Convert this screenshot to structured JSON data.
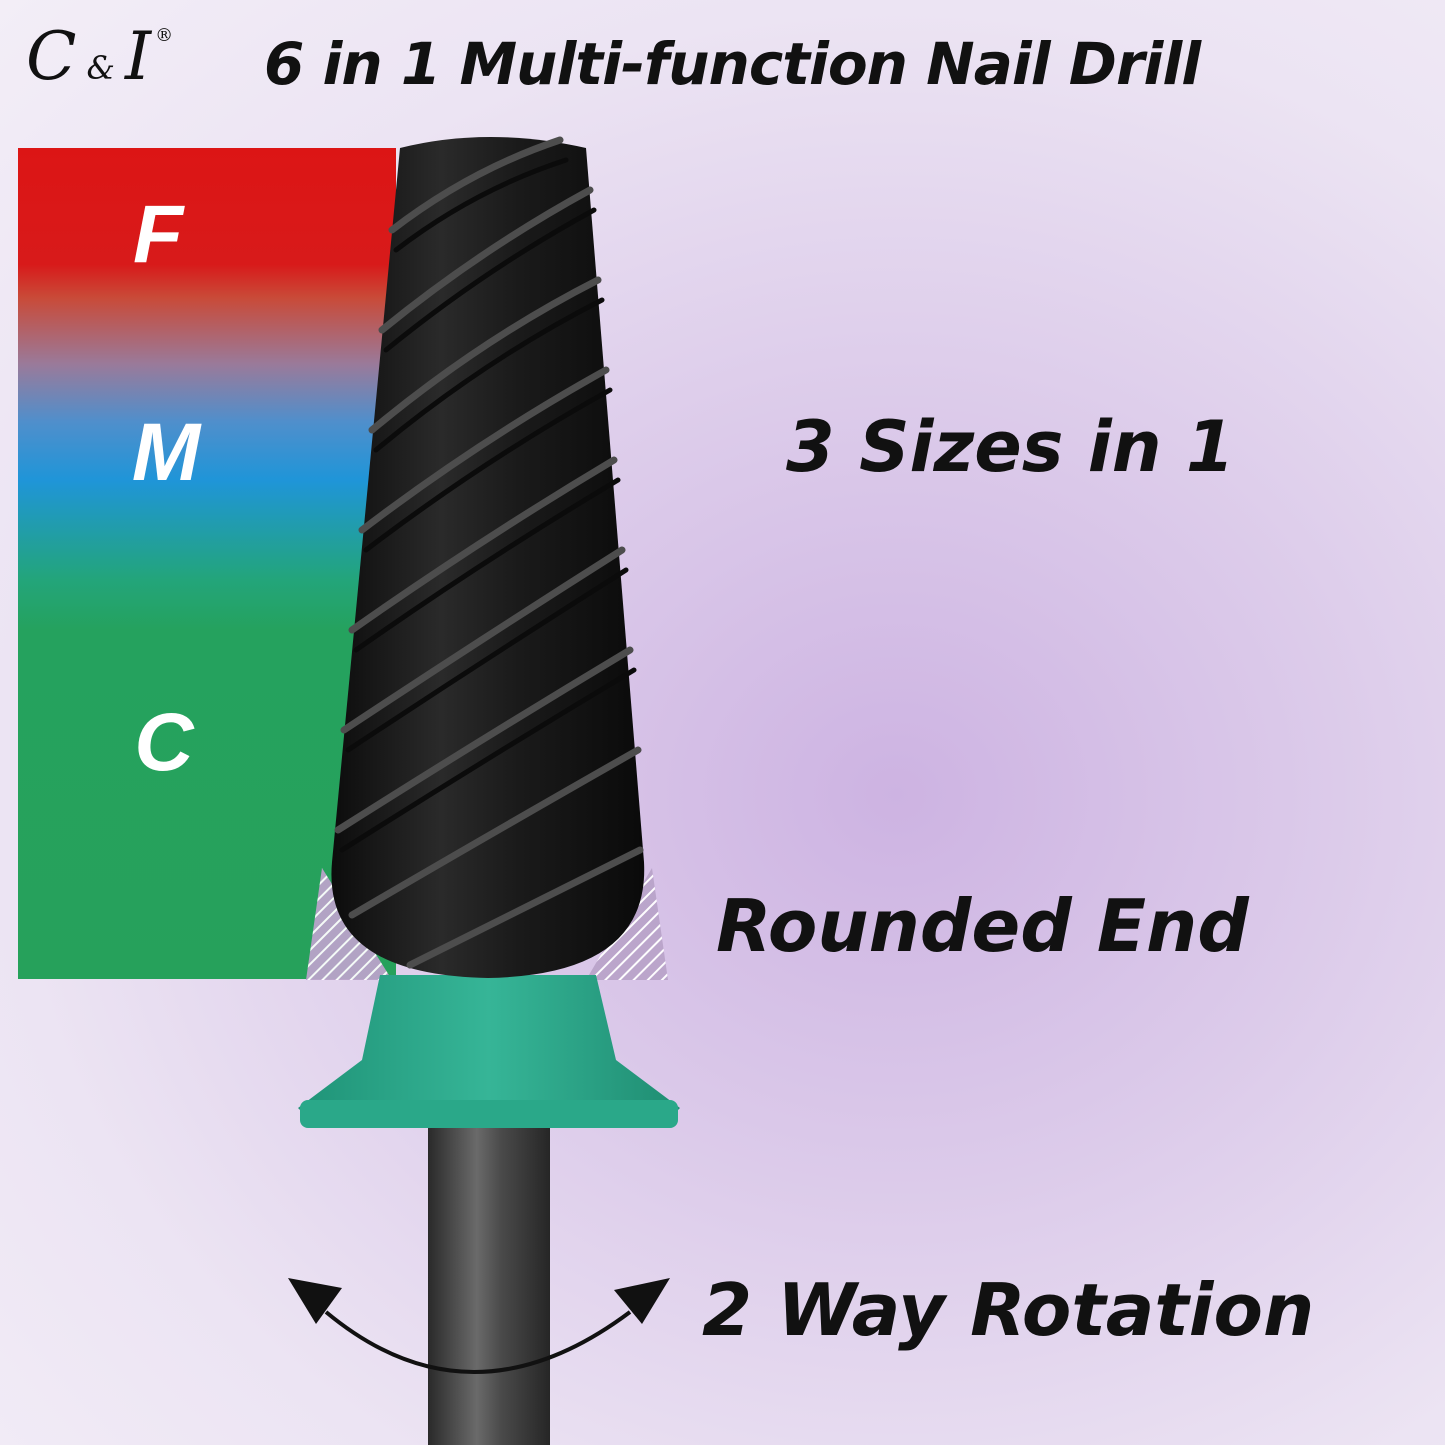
{
  "brand": {
    "c": "C",
    "amp": "&",
    "i": "I",
    "reg": "®"
  },
  "headline": "6 in 1 Multi-function Nail Drill",
  "grit_panel": {
    "labels": [
      "F",
      "M",
      "C"
    ],
    "colors": {
      "fine": "#dc1515",
      "medium": "#1f95d8",
      "coarse": "#26a15b"
    }
  },
  "features": {
    "sizes": "3 Sizes in 1",
    "end": "Rounded End",
    "rotation": "2 Way Rotation"
  },
  "colors": {
    "drill_bit": "#141414",
    "collar": "#2aa889",
    "shank": "#3d3d3d"
  },
  "icons": [
    "double-arrow-rotation-icon",
    "drill-bit-image"
  ]
}
